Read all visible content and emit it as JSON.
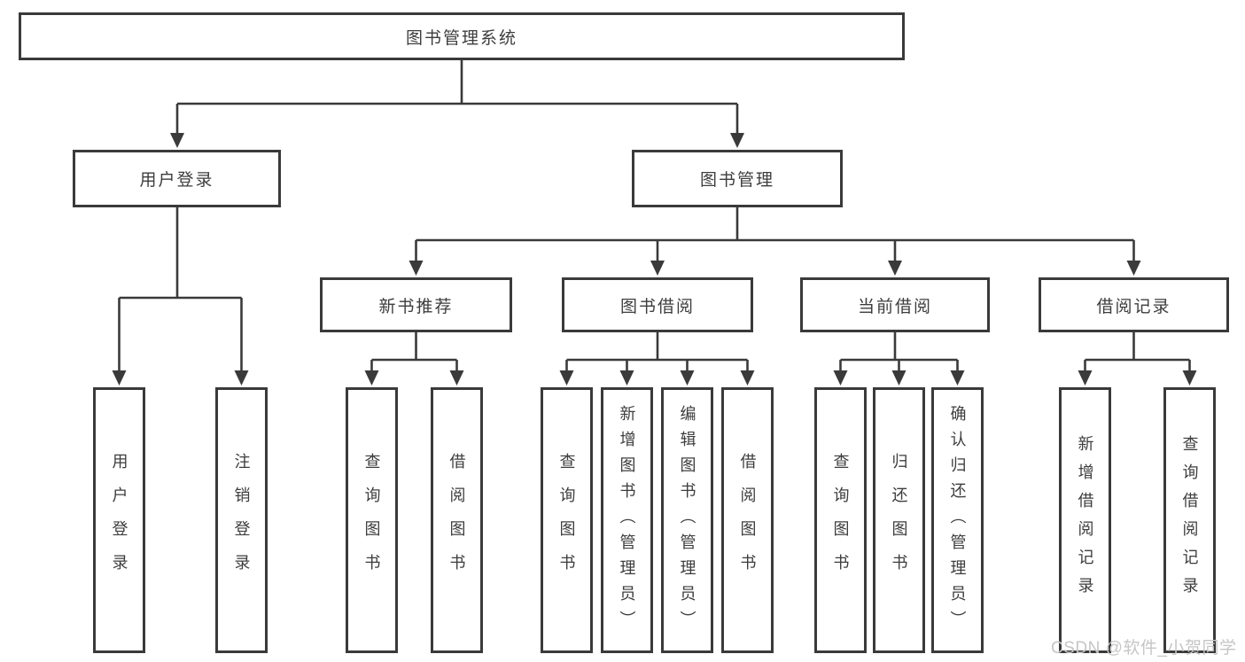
{
  "colors": {
    "line": "#3a3a3a",
    "text": "#3d3d3d",
    "watermark": "#c6c6c6",
    "bg": "#ffffff"
  },
  "watermark": "CSDN @软件_小贺同学",
  "nodes": {
    "root": "图书管理系统",
    "user_login": "用户登录",
    "book_mgmt": "图书管理",
    "new_books": "新书推荐",
    "book_borrow": "图书借阅",
    "current_borrow": "当前借阅",
    "borrow_records": "借阅记录",
    "leaves": {
      "login": "用户登录",
      "logout": "注销登录",
      "nb_query": "查询图书",
      "nb_borrow": "借阅图书",
      "bb_query": "查询图书",
      "bb_add": "新增图书（管理员）",
      "bb_edit": "编辑图书（管理员）",
      "bb_borrow": "借阅图书",
      "cb_query": "查询图书",
      "cb_return": "归还图书",
      "cb_confirm": "确认归还（管理员）",
      "br_add": "新增借阅记录",
      "br_query": "查询借阅记录"
    }
  }
}
